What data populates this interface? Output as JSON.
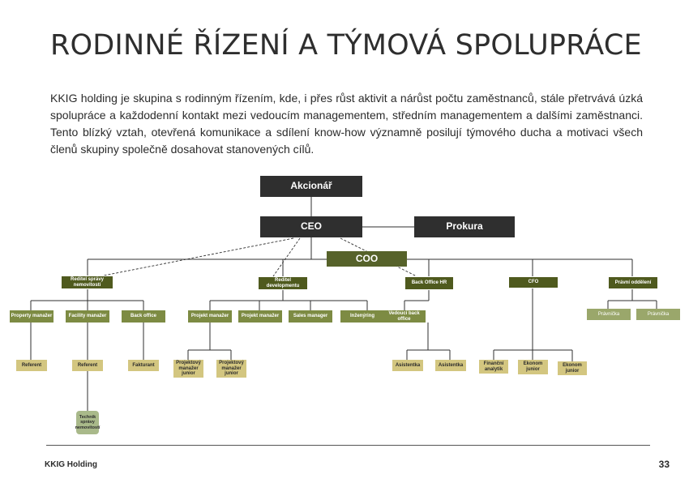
{
  "title": "RODINNÉ ŘÍZENÍ A TÝMOVÁ SPOLUPRÁCE",
  "intro": "KKIG holding je skupina s rodinným řízením, kde, i přes růst aktivit a nárůst počtu zaměstnanců, stále přetrvává úzká spolupráce a každodenní kontakt mezi vedoucím managementem, středním managementem a dalšími zaměstnanci. Tento blízký vztah, otevřená komunikace a sdílení know-how významně posilují týmového ducha a motivaci všech členů skupiny společně dosahovat stanovených cílů.",
  "org": {
    "akcionar": "Akcionář",
    "ceo": "CEO",
    "prokura": "Prokura",
    "coo": "COO",
    "reditel_spravy": "Ředitel správy nemovitostí",
    "reditel_developmentu": "Ředitel developmentu",
    "back_office_hr": "Back Office HR",
    "cfo": "CFO",
    "pravni_oddeleni": "Právní oddělení",
    "property_manazer": "Property manažer",
    "facility_manazer": "Facility manažer",
    "back_office": "Back office",
    "projekt_manazer_1": "Projekt manažer",
    "projekt_manazer_2": "Projekt manažer",
    "sales_manager": "Sales manager",
    "inzenyring": "Inženýring",
    "vedouci_back_office": "Vedoucí back office",
    "pravnicka_1": "Právnička",
    "pravnicka_2": "Právnička",
    "referent_1": "Referent",
    "referent_2": "Referent",
    "fakturant": "Fakturant",
    "projektovy_manazer_junior_1": "Projektový manažer junior",
    "projektovy_manazer_junior_2": "Projektový manažer junior",
    "asistentka_1": "Asistentka",
    "asistentka_2": "Asistentka",
    "financni_analytik": "Finanční analytik",
    "ekonom_junior_1": "Ekonom junior",
    "ekonom_junior_2": "Ekonom junior",
    "technik_spravy": "Technik správy nemovitostí"
  },
  "footer": {
    "company": "KKIG Holding",
    "page_number": "33"
  }
}
